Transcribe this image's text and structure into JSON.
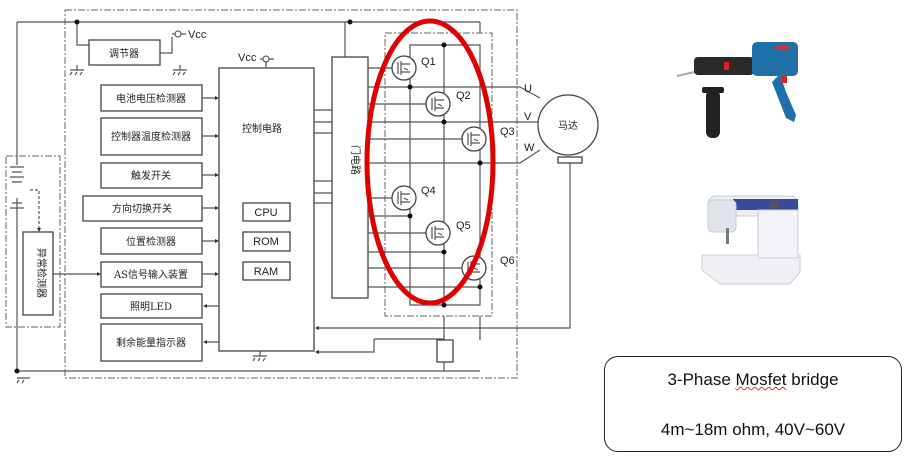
{
  "diagram": {
    "regulator": "调节器",
    "vcc": "Vcc",
    "inputs": [
      "电池电压检测器",
      "控制器温度检测器",
      "触发开关",
      "方向切换开关",
      "位置检测器",
      "AS信号输入装置"
    ],
    "outputs": [
      "照明LED",
      "剩余能量指示器"
    ],
    "control_circuit": "控制电路",
    "cpu": "CPU",
    "rom": "ROM",
    "ram": "RAM",
    "gate_circuit": "门电路",
    "anomaly_detector": "异常检测器",
    "motor": "马达",
    "phases": [
      "U",
      "V",
      "W"
    ],
    "transistors": [
      "Q1",
      "Q2",
      "Q3",
      "Q4",
      "Q5",
      "Q6"
    ],
    "highlight_color": "#e00000"
  },
  "note": {
    "line1_prefix": "3-Phase ",
    "line1_word": "Mosfet",
    "line1_suffix": " bridge",
    "line2": "4m~18m ohm, 40V~60V"
  },
  "images": [
    "power-drill",
    "sewing-machine"
  ]
}
